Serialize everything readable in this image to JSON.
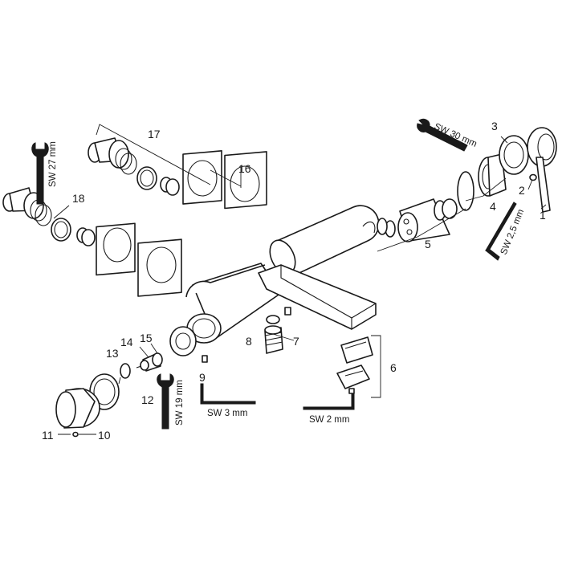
{
  "labels": {
    "p1": "1",
    "p2": "2",
    "p3": "3",
    "p4": "4",
    "p5": "5",
    "p6": "6",
    "p7": "7",
    "p8": "8",
    "p9": "9",
    "p10": "10",
    "p11": "11",
    "p12": "12",
    "p13": "13",
    "p14": "14",
    "p15": "15",
    "p16": "16",
    "p17": "17",
    "p18": "18"
  },
  "tools": {
    "sw27": "SW 27 mm",
    "sw30": "SW 30 mm",
    "sw25": "SW 2,5 mm",
    "sw19": "SW 19 mm",
    "sw3": "SW 3 mm",
    "sw2": "SW 2 mm"
  }
}
